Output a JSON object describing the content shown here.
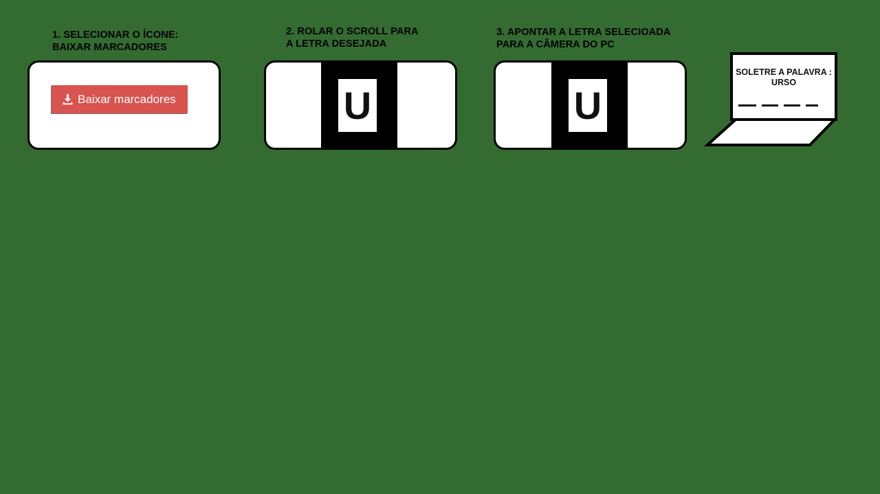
{
  "steps": [
    {
      "title_line1": "1. SELECIONAR O ÍCONE:",
      "title_line2": "BAIXAR MARCADORES",
      "button_label": "Baixar marcadores",
      "button_icon": "download-icon",
      "button_color": "#d9534f"
    },
    {
      "title_line1": "2. ROLAR O SCROLL PARA",
      "title_line2": "A LETRA DESEJADA",
      "marker_letter": "U"
    },
    {
      "title_line1": "3. APONTAR A LETRA SELECIOADA",
      "title_line2": "PARA A CÂMERA DO PC",
      "marker_letter": "U"
    }
  ],
  "laptop": {
    "prompt_line1": "SOLETRE A PALAVRA :",
    "prompt_line2": "URSO",
    "blank_count": 4
  },
  "colors": {
    "background": "#346b31",
    "card": "#ffffff",
    "outline": "#000000"
  }
}
